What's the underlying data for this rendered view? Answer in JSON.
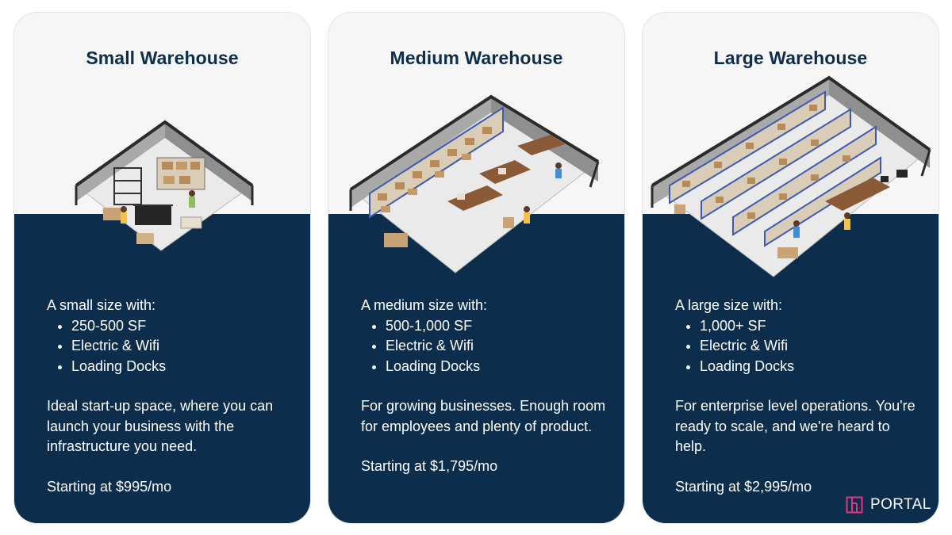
{
  "cards": [
    {
      "title": "Small Warehouse",
      "intro": "A small size with:",
      "features": [
        "250-500 SF",
        "Electric & Wifi",
        "Loading Docks"
      ],
      "description": "Ideal start-up space, where you can launch your business with the infrastructure you need.",
      "price": "Starting at $995/mo"
    },
    {
      "title": "Medium Warehouse",
      "intro": "A medium size with:",
      "features": [
        "500-1,000 SF",
        "Electric & Wifi",
        "Loading Docks"
      ],
      "description": "For growing businesses. Enough room for employees and plenty of product.",
      "price": "Starting at $1,795/mo"
    },
    {
      "title": "Large Warehouse",
      "intro": "A large size with:",
      "features": [
        "1,000+ SF",
        "Electric & Wifi",
        "Loading Docks"
      ],
      "description": "For enterprise level operations. You're ready to scale, and we're heard to help.",
      "price": "Starting at $2,995/mo"
    }
  ],
  "brand": {
    "name": "PORTAL",
    "icon": "portal-logo-icon",
    "accent": "#e0357f"
  },
  "colors": {
    "navy": "#0c2d4c",
    "card_top": "#f7f6f7",
    "text_light": "#ffffff"
  }
}
